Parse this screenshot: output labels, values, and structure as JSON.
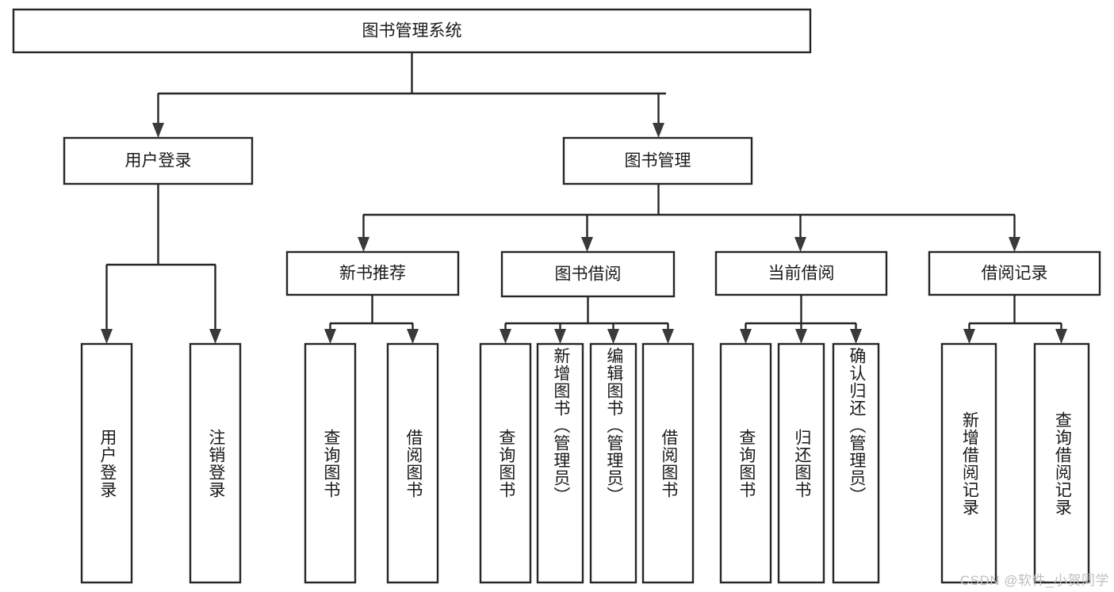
{
  "diagram": {
    "type": "tree-hierarchy-diagram",
    "title": "图书管理系统",
    "watermark": "CSDN @软件_小贺同学",
    "colors": {
      "stroke": "#262626",
      "fill": "#ffffff",
      "text": "#1a1a1a",
      "watermark": "#bfbfbf"
    },
    "levels": [
      {
        "level": 0,
        "nodes": [
          {
            "id": "root",
            "label": "图书管理系统",
            "orientation": "horizontal"
          }
        ]
      },
      {
        "level": 1,
        "nodes": [
          {
            "id": "login",
            "label": "用户登录",
            "orientation": "horizontal",
            "parent": "root"
          },
          {
            "id": "bookmgmt",
            "label": "图书管理",
            "orientation": "horizontal",
            "parent": "root"
          }
        ]
      },
      {
        "level": 2,
        "nodes": [
          {
            "id": "newbook",
            "label": "新书推荐",
            "orientation": "horizontal",
            "parent": "bookmgmt"
          },
          {
            "id": "borrow",
            "label": "图书借阅",
            "orientation": "horizontal",
            "parent": "bookmgmt"
          },
          {
            "id": "current",
            "label": "当前借阅",
            "orientation": "horizontal",
            "parent": "bookmgmt"
          },
          {
            "id": "records",
            "label": "借阅记录",
            "orientation": "horizontal",
            "parent": "bookmgmt"
          }
        ]
      },
      {
        "level": 3,
        "nodes": [
          {
            "id": "leaf-1",
            "label": "用户登录",
            "orientation": "vertical",
            "parent": "login"
          },
          {
            "id": "leaf-2",
            "label": "注销登录",
            "orientation": "vertical",
            "parent": "login"
          },
          {
            "id": "leaf-3",
            "label": "查询图书",
            "orientation": "vertical",
            "parent": "newbook"
          },
          {
            "id": "leaf-4",
            "label": "借阅图书",
            "orientation": "vertical",
            "parent": "newbook"
          },
          {
            "id": "leaf-5",
            "label": "查询图书",
            "orientation": "vertical",
            "parent": "borrow"
          },
          {
            "id": "leaf-6",
            "label": "新增图书（管理员）",
            "orientation": "vertical",
            "parent": "borrow"
          },
          {
            "id": "leaf-7",
            "label": "编辑图书（管理员）",
            "orientation": "vertical",
            "parent": "borrow"
          },
          {
            "id": "leaf-8",
            "label": "借阅图书",
            "orientation": "vertical",
            "parent": "borrow"
          },
          {
            "id": "leaf-9",
            "label": "查询图书",
            "orientation": "vertical",
            "parent": "current"
          },
          {
            "id": "leaf-10",
            "label": "归还图书",
            "orientation": "vertical",
            "parent": "current"
          },
          {
            "id": "leaf-11",
            "label": "确认归还（管理员）",
            "orientation": "vertical",
            "parent": "current"
          },
          {
            "id": "leaf-12",
            "label": "新增借阅记录",
            "orientation": "vertical",
            "parent": "records"
          },
          {
            "id": "leaf-13",
            "label": "查询借阅记录",
            "orientation": "vertical",
            "parent": "records"
          }
        ]
      }
    ]
  }
}
